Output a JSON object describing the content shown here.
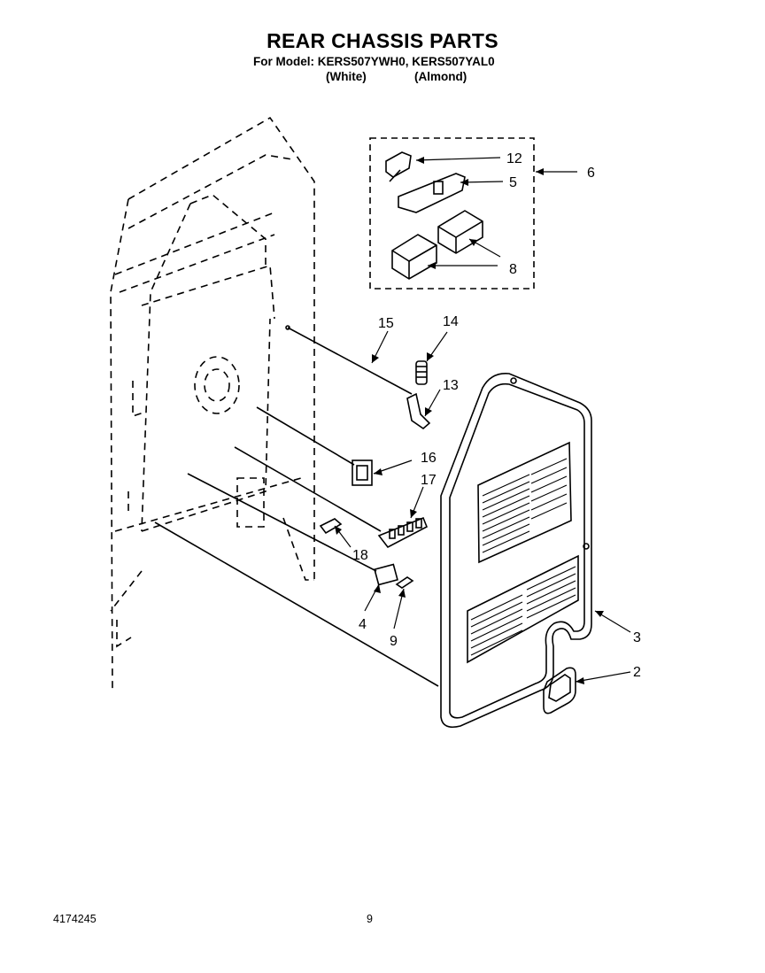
{
  "title": "REAR CHASSIS PARTS",
  "model_line": "For Model: KERS507YWH0, KERS507YAL0",
  "variants": [
    "(White)",
    "(Almond)"
  ],
  "footer": {
    "doc_number": "4174245",
    "page_number": "9"
  },
  "callouts": [
    "12",
    "5",
    "6",
    "8",
    "15",
    "14",
    "13",
    "16",
    "17",
    "18",
    "4",
    "9",
    "3",
    "2"
  ]
}
